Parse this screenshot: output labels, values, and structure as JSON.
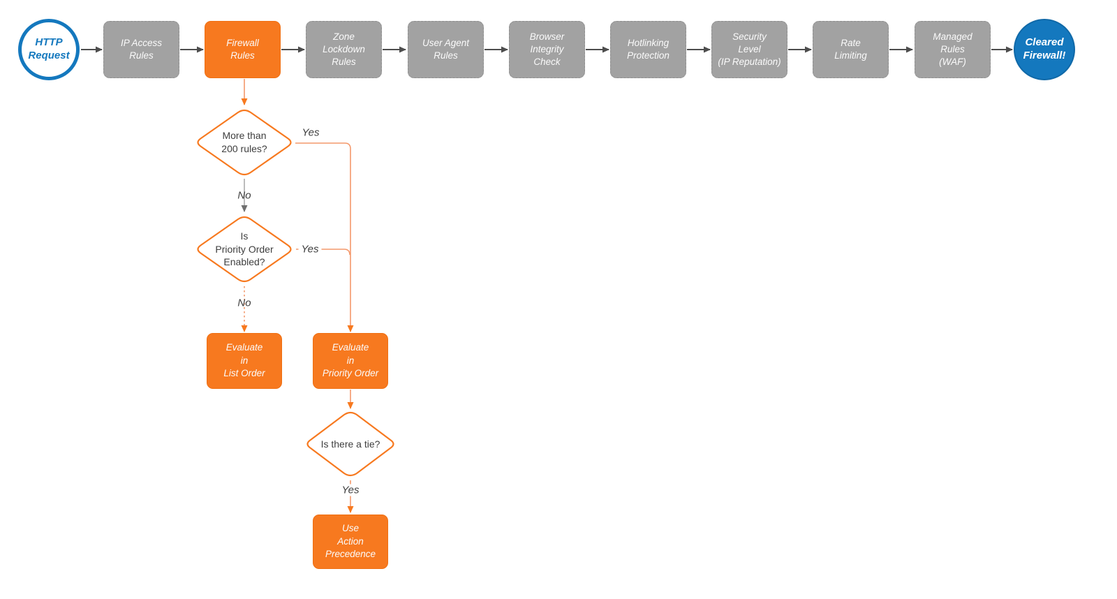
{
  "colors": {
    "orange": "#f7791f",
    "orange_line": "#f4986b",
    "gray_box": "#a2a2a2",
    "blue": "#1478be",
    "dark_line": "#4d4d4d",
    "gray_line": "#ababab",
    "text_dark": "#3e3e3e",
    "text_light": "#fbfbfb"
  },
  "flow": {
    "start": {
      "label": "HTTP\nRequest"
    },
    "end": {
      "label": "Cleared\nFirewall!"
    },
    "stages": [
      {
        "label": "IP Access\nRules",
        "variant": "gray"
      },
      {
        "label": "Firewall\nRules",
        "variant": "orange"
      },
      {
        "label": "Zone\nLockdown\nRules",
        "variant": "gray"
      },
      {
        "label": "User Agent\nRules",
        "variant": "gray"
      },
      {
        "label": "Browser\nIntegrity\nCheck",
        "variant": "gray"
      },
      {
        "label": "Hotlinking\nProtection",
        "variant": "gray"
      },
      {
        "label": "Security\nLevel\n(IP Reputation)",
        "variant": "gray"
      },
      {
        "label": "Rate\nLimiting",
        "variant": "gray"
      },
      {
        "label": "Managed\nRules\n(WAF)",
        "variant": "gray"
      }
    ],
    "decisions": [
      {
        "label": "More than\n200 rules?"
      },
      {
        "label": "Is\nPriority Order\nEnabled?"
      },
      {
        "label": "Is there a tie?"
      }
    ],
    "actions": [
      {
        "label": "Evaluate\nin\nList Order"
      },
      {
        "label": "Evaluate\nin\nPriority Order"
      },
      {
        "label": "Use\nAction\nPrecedence"
      }
    ],
    "edge_labels": {
      "d1_yes": "Yes",
      "d1_no": "No",
      "d2_yes": "Yes",
      "d2_no": "No",
      "d3_yes": "Yes"
    }
  }
}
